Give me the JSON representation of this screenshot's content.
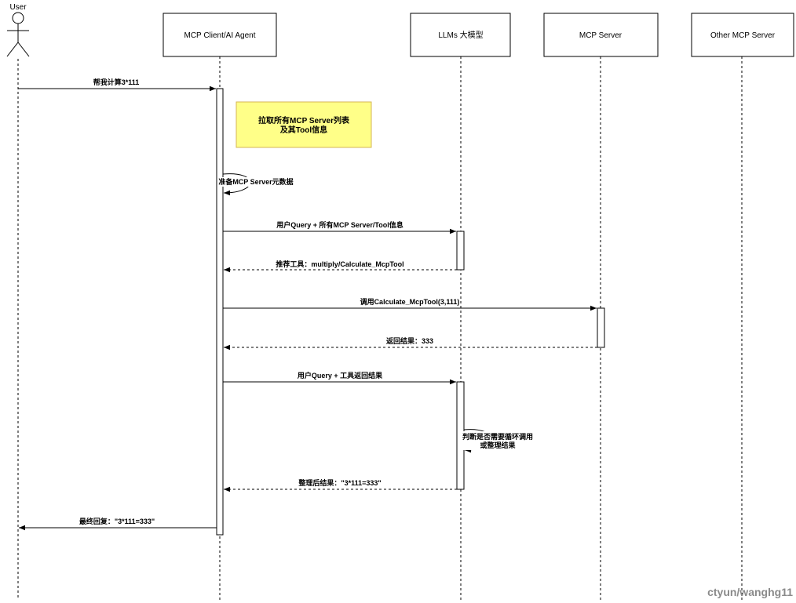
{
  "participants": {
    "user": "User",
    "client": "MCP Client/AI Agent",
    "llm": "LLMs 大模型",
    "server": "MCP Server",
    "other": "Other MCP Server"
  },
  "note": {
    "line1": "拉取所有MCP Server列表",
    "line2": "及其Tool信息",
    "fill": "#ffff88",
    "border": "#d6b656"
  },
  "messages": {
    "m1": "帮我计算3*111",
    "m2": "准备MCP Server元数据",
    "m3": "用户Query + 所有MCP Server/Tool信息",
    "m4": "推荐工具：multiply/Calculate_McpTool",
    "m5": "调用Calculate_McpTool(3,111)",
    "m6": "返回结果：333",
    "m7": "用户Query + 工具返回结果",
    "m8a": "判断是否需要循环调用",
    "m8b": "或整理结果",
    "m9": "整理后结果：\"3*111=333\"",
    "m10": "最终回复：\"3*111=333\""
  },
  "watermark": "ctyun/wanghg11"
}
